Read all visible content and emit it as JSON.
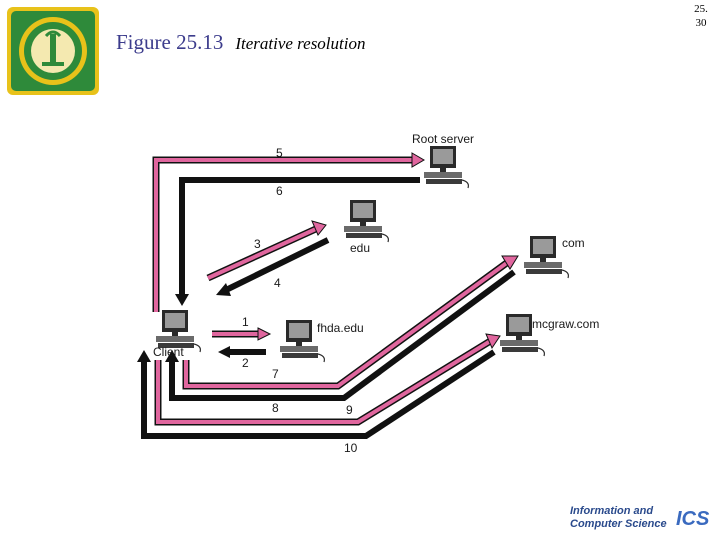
{
  "page": {
    "number": "25.\n30"
  },
  "header": {
    "figure_number": "Figure 25.13",
    "caption": "Iterative resolution"
  },
  "hosts": {
    "root": "Root server",
    "edu": "edu",
    "com": "com",
    "mcgraw": "mcgraw.com",
    "fhda": "fhda.edu",
    "client": "Client"
  },
  "steps": [
    "1",
    "2",
    "3",
    "4",
    "5",
    "6",
    "7",
    "8",
    "9",
    "10"
  ],
  "footer": {
    "line1": "Information and",
    "line2": "Computer Science",
    "mark": "ICS"
  },
  "colors": {
    "request_arrow": "#e0669e",
    "response_arrow": "#111111",
    "title": "#3c3c8c",
    "logo_green": "#2e8a3a",
    "logo_gold": "#e8c21a"
  },
  "icons": [
    "computer-icon",
    "university-logo",
    "ics-logo"
  ]
}
